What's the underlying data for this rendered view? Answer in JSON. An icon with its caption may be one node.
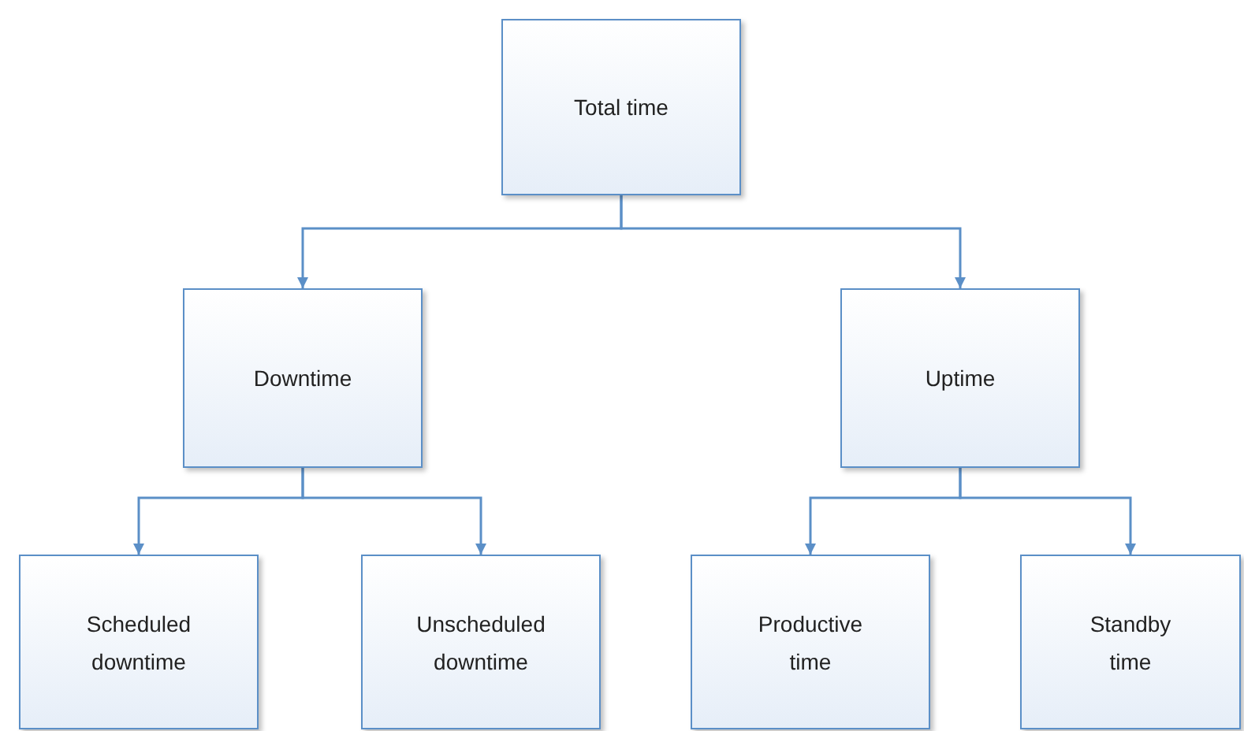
{
  "diagram": {
    "nodes": [
      {
        "text": [
          "Total time"
        ]
      },
      {
        "text": [
          "Downtime"
        ]
      },
      {
        "text": [
          "Uptime"
        ]
      },
      {
        "text": [
          "Scheduled downtime"
        ]
      },
      {
        "text": [
          "Unscheduled downtime"
        ]
      },
      {
        "text": [
          "Productive time"
        ]
      },
      {
        "text": [
          "Standby time"
        ]
      }
    ],
    "edges": [
      {
        "from": 0,
        "to": 1,
        "arrow": "to"
      },
      {
        "from": 0,
        "to": 2,
        "arrow": "to"
      },
      {
        "from": 1,
        "to": 3,
        "arrow": "to"
      },
      {
        "from": 1,
        "to": 4,
        "arrow": "to"
      },
      {
        "from": 2,
        "to": 5,
        "arrow": "to"
      },
      {
        "from": 2,
        "to": 6,
        "arrow": "to"
      }
    ]
  }
}
